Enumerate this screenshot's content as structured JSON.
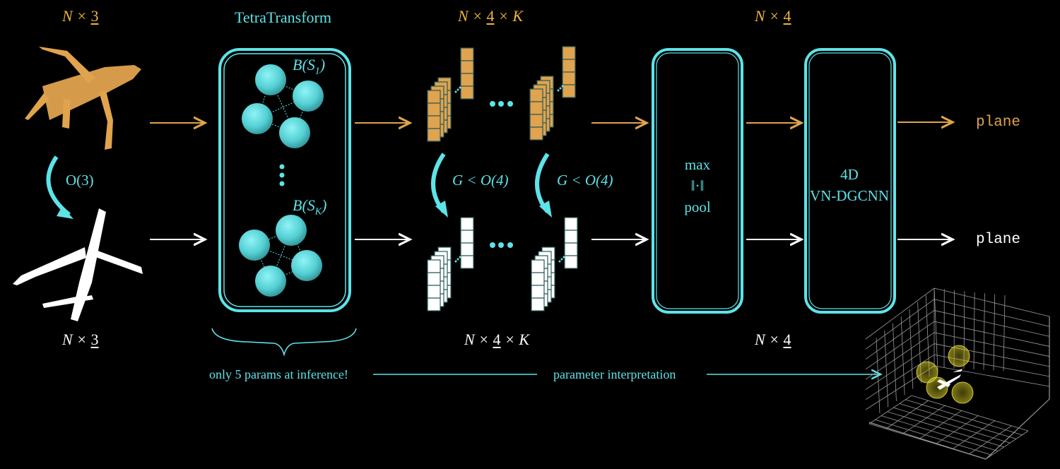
{
  "colors": {
    "orange": "#e0a34e",
    "orange_text": "#f0b43c",
    "cyan": "#5de3e8",
    "white": "#ffffff",
    "sphere_yellow": "#d6cc2a",
    "background": "#000000"
  },
  "input": {
    "top_dim": {
      "prefix": "N × ",
      "underlined": "3"
    },
    "bottom_dim": {
      "prefix": "N × ",
      "underlined": "3"
    },
    "rotation_label": "O(3)"
  },
  "tetra_transform": {
    "title": "TetraTransform",
    "first_label": "B(S",
    "first_sub": "1",
    "last_label": "B(S",
    "last_sub": "K",
    "ellipsis": "⋮",
    "note": "only 5 params at inference!"
  },
  "features": {
    "top_dim": {
      "prefix": "N × ",
      "underlined": "4",
      "suffix": " × K"
    },
    "bottom_dim": {
      "prefix": "N × ",
      "underlined": "4",
      "suffix": " × K"
    },
    "group_label_left": "G < O(4)",
    "group_label_right": "G < O(4)",
    "ellipsis": "•••"
  },
  "pool": {
    "line1": "max",
    "line2": "‖·‖",
    "line3": "pool",
    "top_dim": {
      "prefix": "N × ",
      "underlined": "4"
    },
    "bottom_dim": {
      "prefix": "N × ",
      "underlined": "4"
    }
  },
  "classifier": {
    "line1": "4D",
    "line2": "VN-DGCNN"
  },
  "outputs": {
    "top": "plane",
    "bottom": "plane"
  },
  "interpretation": {
    "label": "parameter interpretation",
    "plot_icon": "3d-scatter-plot-icon"
  },
  "icons": {
    "input_airplane_top": "airplane-point-cloud-icon",
    "input_airplane_bottom": "airplane-point-cloud-icon",
    "sphere": "sphere-icon",
    "feature_stack": "feature-vector-stack-icon",
    "curved_arrow": "curved-arrow-icon"
  }
}
